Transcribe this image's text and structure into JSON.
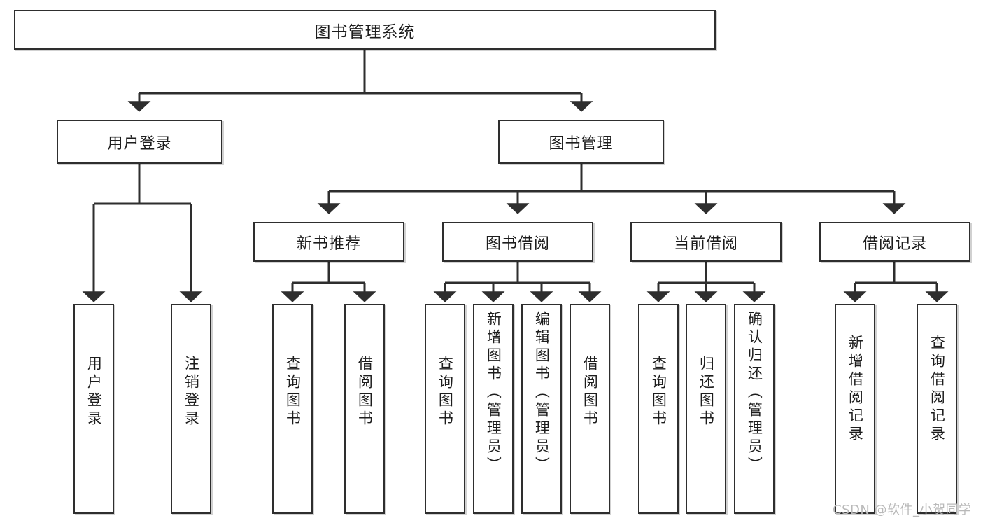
{
  "diagram": {
    "type": "tree-hierarchy-flowchart",
    "title": "图书管理系统",
    "watermark": "CSDN @软件_小贺同学",
    "colors": {
      "box_border": "#2e2e2e",
      "box_fill": "#ffffff",
      "line": "#2e2e2e",
      "text": "#1d1d1d",
      "watermark": "#b9b9b9",
      "background": "#ffffff"
    },
    "levels": {
      "root": "图书管理系统",
      "level2": [
        "用户登录",
        "图书管理"
      ],
      "level3": [
        "新书推荐",
        "图书借阅",
        "当前借阅",
        "借阅记录"
      ],
      "leaves": [
        "用户登录",
        "注销登录",
        "查询图书",
        "借阅图书",
        "查询图书",
        "新增图书（管理员）",
        "编辑图书（管理员）",
        "借阅图书",
        "查询图书",
        "归还图书",
        "确认归还（管理员）",
        "新增借阅记录",
        "查询借阅记录"
      ]
    },
    "nodes": {
      "root": {
        "label": "图书管理系统"
      },
      "user_login": {
        "label": "用户登录"
      },
      "book_manage": {
        "label": "图书管理"
      },
      "new_book_rec": {
        "label": "新书推荐"
      },
      "book_borrow": {
        "label": "图书借阅"
      },
      "current_borrow": {
        "label": "当前借阅"
      },
      "borrow_record": {
        "label": "借阅记录"
      },
      "leaf_user_login": {
        "label": "用户登录"
      },
      "leaf_logout": {
        "label": "注销登录"
      },
      "leaf_query_book_a": {
        "label": "查询图书"
      },
      "leaf_borrow_book_a": {
        "label": "借阅图书"
      },
      "leaf_query_book_b": {
        "label": "查询图书"
      },
      "leaf_add_book_admin": {
        "label": "新增图书（管理员）"
      },
      "leaf_edit_book_admin": {
        "label": "编辑图书（管理员）"
      },
      "leaf_borrow_book_b": {
        "label": "借阅图书"
      },
      "leaf_query_book_c": {
        "label": "查询图书"
      },
      "leaf_return_book": {
        "label": "归还图书"
      },
      "leaf_confirm_return_admin": {
        "label": "确认归还（管理员）"
      },
      "leaf_add_record": {
        "label": "新增借阅记录"
      },
      "leaf_query_record": {
        "label": "查询借阅记录"
      }
    },
    "edges": [
      {
        "from": "root",
        "to": "user_login"
      },
      {
        "from": "root",
        "to": "book_manage"
      },
      {
        "from": "user_login",
        "to": "leaf_user_login"
      },
      {
        "from": "user_login",
        "to": "leaf_logout"
      },
      {
        "from": "book_manage",
        "to": "new_book_rec"
      },
      {
        "from": "book_manage",
        "to": "book_borrow"
      },
      {
        "from": "book_manage",
        "to": "current_borrow"
      },
      {
        "from": "book_manage",
        "to": "borrow_record"
      },
      {
        "from": "new_book_rec",
        "to": "leaf_query_book_a"
      },
      {
        "from": "new_book_rec",
        "to": "leaf_borrow_book_a"
      },
      {
        "from": "book_borrow",
        "to": "leaf_query_book_b"
      },
      {
        "from": "book_borrow",
        "to": "leaf_add_book_admin"
      },
      {
        "from": "book_borrow",
        "to": "leaf_edit_book_admin"
      },
      {
        "from": "book_borrow",
        "to": "leaf_borrow_book_b"
      },
      {
        "from": "current_borrow",
        "to": "leaf_query_book_c"
      },
      {
        "from": "current_borrow",
        "to": "leaf_return_book"
      },
      {
        "from": "current_borrow",
        "to": "leaf_confirm_return_admin"
      },
      {
        "from": "borrow_record",
        "to": "leaf_add_record"
      },
      {
        "from": "borrow_record",
        "to": "leaf_query_record"
      }
    ]
  }
}
